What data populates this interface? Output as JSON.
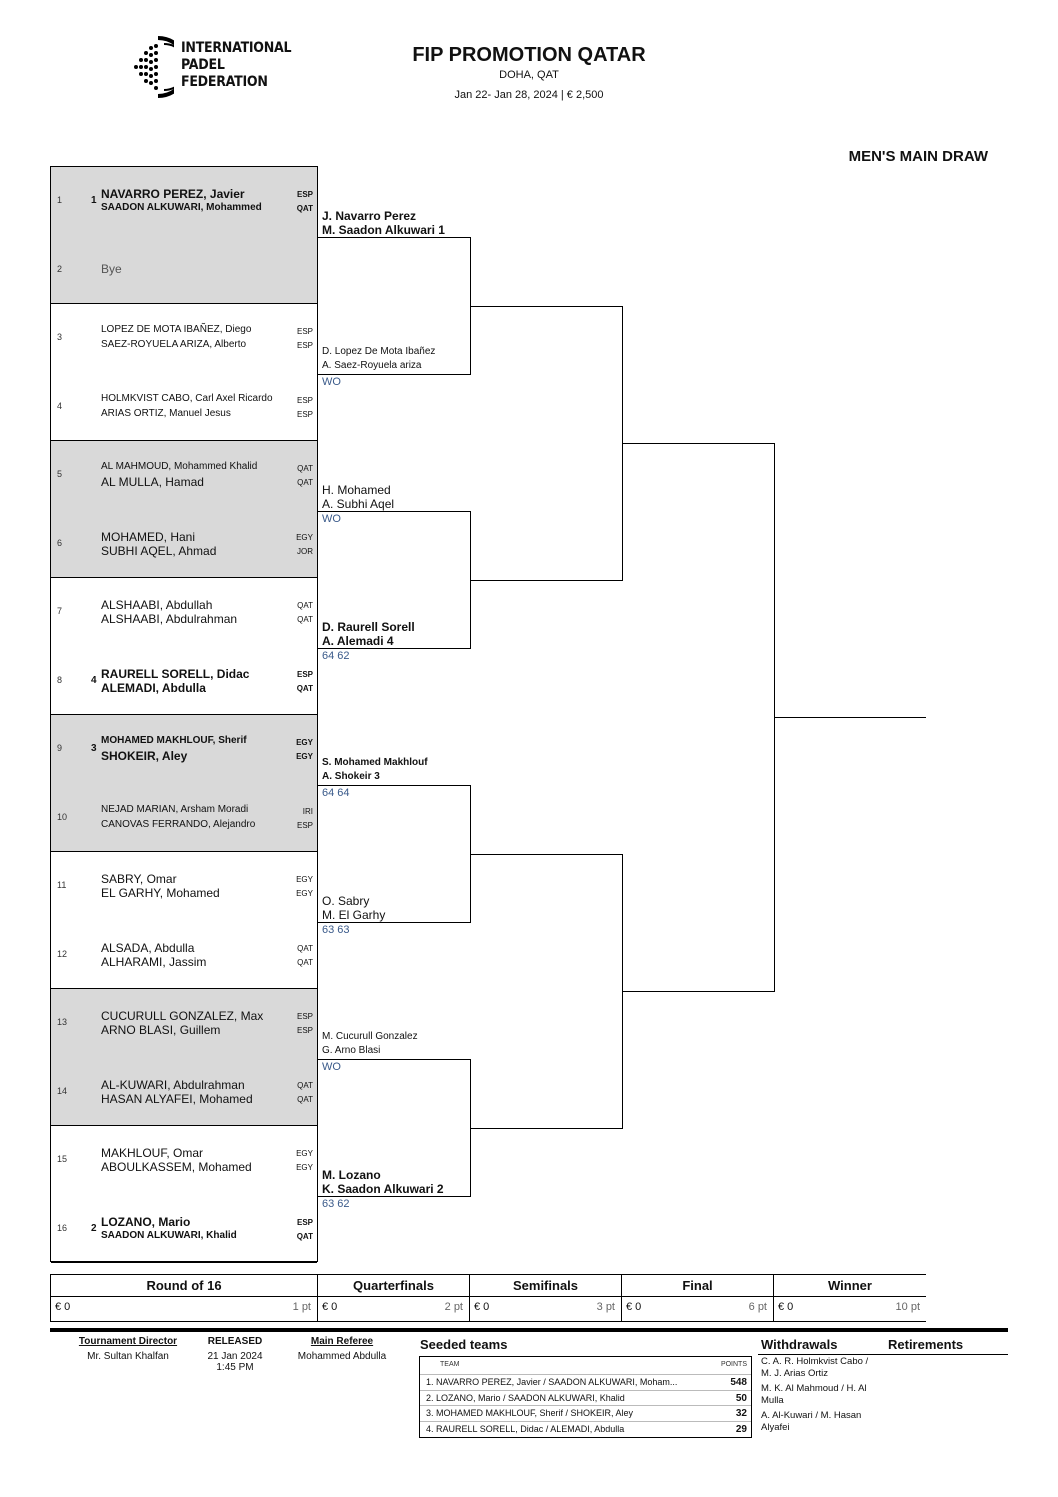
{
  "header": {
    "logo_lines": [
      "INTERNATIONAL",
      "PADEL",
      "FEDERATION"
    ],
    "title": "FIP PROMOTION QATAR",
    "location": "DOHA, QAT",
    "dates": "Jan 22- Jan 28, 2024  |  € 2,500",
    "draw_name": "MEN'S MAIN DRAW"
  },
  "first_round": [
    {
      "pos": "1",
      "seed": "1",
      "p1": "NAVARRO PEREZ, Javier",
      "n1": "ESP",
      "p2": "SAADON ALKUWARI, Mohammed",
      "n2": "QAT"
    },
    {
      "pos": "2",
      "bye": "Bye"
    },
    {
      "pos": "3",
      "seed": "",
      "p1": "LOPEZ DE MOTA IBAÑEZ, Diego",
      "n1": "ESP",
      "p2": "SAEZ-ROYUELA ARIZA, Alberto",
      "n2": "ESP"
    },
    {
      "pos": "4",
      "seed": "",
      "p1": "HOLMKVIST CABO, Carl Axel Ricardo",
      "n1": "ESP",
      "p2": "ARIAS ORTIZ, Manuel Jesus",
      "n2": "ESP"
    },
    {
      "pos": "5",
      "seed": "",
      "p1": "AL MAHMOUD, Mohammed Khalid",
      "n1": "QAT",
      "p2": "AL MULLA, Hamad",
      "n2": "QAT"
    },
    {
      "pos": "6",
      "seed": "",
      "p1": "MOHAMED, Hani",
      "n1": "EGY",
      "p2": "SUBHI AQEL, Ahmad",
      "n2": "JOR"
    },
    {
      "pos": "7",
      "seed": "",
      "p1": "ALSHAABI, Abdullah",
      "n1": "QAT",
      "p2": "ALSHAABI, Abdulrahman",
      "n2": "QAT"
    },
    {
      "pos": "8",
      "seed": "4",
      "p1": "RAURELL SORELL, Didac",
      "n1": "ESP",
      "p2": "ALEMADI, Abdulla",
      "n2": "QAT"
    },
    {
      "pos": "9",
      "seed": "3",
      "p1": "MOHAMED MAKHLOUF, Sherif",
      "n1": "EGY",
      "p2": "SHOKEIR, Aley",
      "n2": "EGY"
    },
    {
      "pos": "10",
      "seed": "",
      "p1": "NEJAD MARIAN, Arsham Moradi",
      "n1": "IRI",
      "p2": "CANOVAS FERRANDO, Alejandro",
      "n2": "ESP"
    },
    {
      "pos": "11",
      "seed": "",
      "p1": "SABRY, Omar",
      "n1": "EGY",
      "p2": "EL GARHY, Mohamed",
      "n2": "EGY"
    },
    {
      "pos": "12",
      "seed": "",
      "p1": "ALSADA, Abdulla",
      "n1": "QAT",
      "p2": "ALHARAMI, Jassim",
      "n2": "QAT"
    },
    {
      "pos": "13",
      "seed": "",
      "p1": "CUCURULL GONZALEZ, Max",
      "n1": "ESP",
      "p2": "ARNO BLASI, Guillem",
      "n2": "ESP"
    },
    {
      "pos": "14",
      "seed": "",
      "p1": "AL-KUWARI, Abdulrahman",
      "n1": "QAT",
      "p2": "HASAN ALYAFEI, Mohamed",
      "n2": "QAT"
    },
    {
      "pos": "15",
      "seed": "",
      "p1": "MAKHLOUF, Omar",
      "n1": "EGY",
      "p2": "ABOULKASSEM, Mohamed",
      "n2": "EGY"
    },
    {
      "pos": "16",
      "seed": "2",
      "p1": "LOZANO, Mario",
      "n1": "ESP",
      "p2": "SAADON ALKUWARI, Khalid",
      "n2": "QAT"
    }
  ],
  "round_of_16_results": [
    {
      "a": "J. Navarro Perez",
      "b": "M. Saadon Alkuwari  1",
      "score": ""
    },
    {
      "a": "D. Lopez De Mota Ibañez",
      "b": "A. Saez-Royuela ariza",
      "score": "WO"
    },
    {
      "a": "H. Mohamed",
      "b": "A. Subhi Aqel",
      "score": "WO"
    },
    {
      "a": "D. Raurell Sorell",
      "b": "A. Alemadi  4",
      "score": "64 62"
    },
    {
      "a": "S. Mohamed Makhlouf",
      "b": "A. Shokeir  3",
      "score": "64 64"
    },
    {
      "a": "O. Sabry",
      "b": "M. El Garhy",
      "score": "63 63"
    },
    {
      "a": "M. Cucurull Gonzalez",
      "b": "G. Arno Blasi",
      "score": "WO"
    },
    {
      "a": "M. Lozano",
      "b": "K. Saadon Alkuwari  2",
      "score": "63 62"
    }
  ],
  "rounds": [
    {
      "label": "Round of 16",
      "prize": "€ 0",
      "points": "1 pt"
    },
    {
      "label": "Quarterfinals",
      "prize": "€ 0",
      "points": "2 pt"
    },
    {
      "label": "Semifinals",
      "prize": "€ 0",
      "points": "3 pt"
    },
    {
      "label": "Final",
      "prize": "€ 0",
      "points": "6 pt"
    },
    {
      "label": "Winner",
      "prize": "€ 0",
      "points": "10 pt"
    }
  ],
  "officials": {
    "director_label": "Tournament Director",
    "director": "Mr. Sultan Khalfan",
    "released_label": "RELEASED",
    "released_date": "21 Jan 2024",
    "released_time": "1:45 PM",
    "referee_label": "Main Referee",
    "referee": "Mohammed Abdulla"
  },
  "seeded": {
    "title": "Seeded teams",
    "col_team": "TEAM",
    "col_points": "POINTS",
    "rows": [
      {
        "name": "1.  NAVARRO PEREZ, Javier / SAADON ALKUWARI, Moham...",
        "points": "548"
      },
      {
        "name": "2.  LOZANO, Mario / SAADON ALKUWARI, Khalid",
        "points": "50"
      },
      {
        "name": "3.  MOHAMED MAKHLOUF, Sherif / SHOKEIR, Aley",
        "points": "32"
      },
      {
        "name": "4.  RAURELL SORELL, Didac / ALEMADI, Abdulla",
        "points": "29"
      }
    ]
  },
  "withdrawals": {
    "title": "Withdrawals",
    "items": [
      "C. A. R. Holmkvist Cabo / M. J. Arias Ortiz",
      "M. K. Al Mahmoud / H. Al Mulla",
      "A. Al-Kuwari / M. Hasan Alyafei"
    ]
  },
  "retirements": {
    "title": "Retirements"
  }
}
